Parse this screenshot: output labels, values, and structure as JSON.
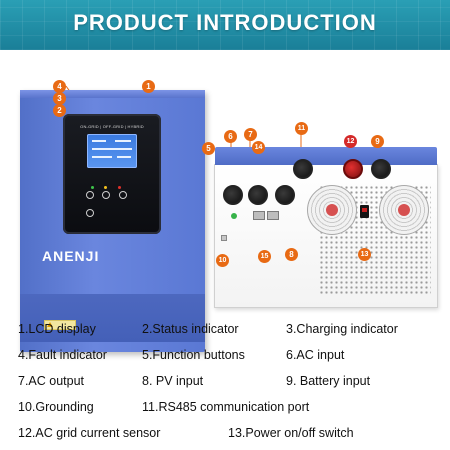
{
  "header": {
    "title": "PRODUCT INTRODUCTION"
  },
  "product": {
    "brand": "ANENJI",
    "mode_label": "ON-GRID | OFF-GRID | HYBRID",
    "callouts": [
      "1",
      "2",
      "3",
      "4",
      "5",
      "6",
      "7",
      "8",
      "9",
      "10",
      "11",
      "12",
      "13",
      "14",
      "15"
    ]
  },
  "features": [
    [
      "1.LCD display",
      "2.Status indicator",
      "3.Charging indicator"
    ],
    [
      "4.Fault indicator",
      "5.Function buttons",
      "6.AC input"
    ],
    [
      "7.AC output",
      "8. PV input",
      "9. Battery input"
    ],
    [
      "10.Grounding",
      "11.RS485 communication port",
      ""
    ],
    [
      "12.AC grid current sensor",
      "13.Power on/off switch",
      ""
    ]
  ],
  "colors": {
    "accent": "#e86a14",
    "banner": "#1f8aa3",
    "body_blue": "#5a78d4"
  }
}
